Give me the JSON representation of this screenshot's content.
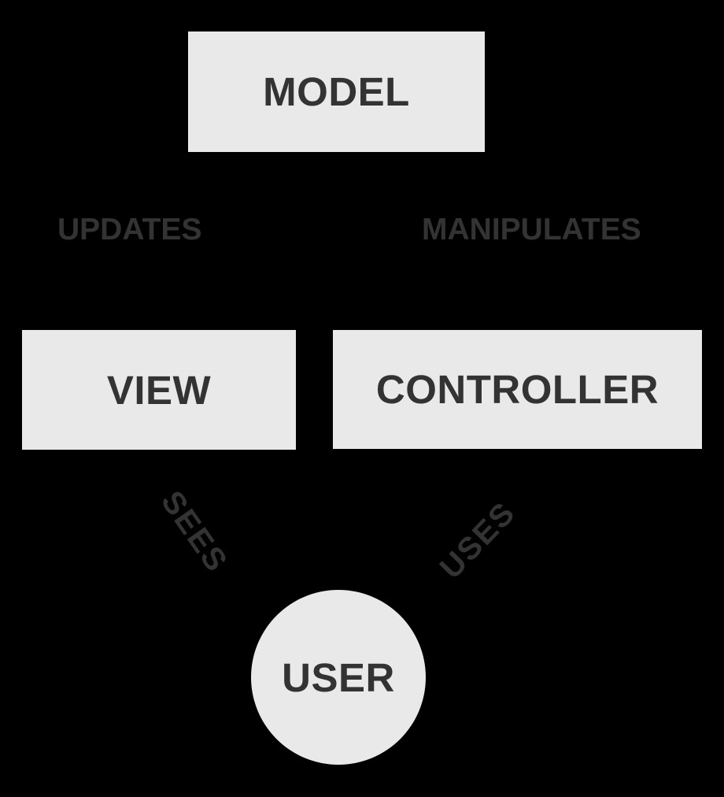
{
  "colors": {
    "background": "#000000",
    "node_fill": "#e9e9e9",
    "text": "#333333"
  },
  "nodes": [
    {
      "id": "model",
      "label": "MODEL",
      "shape": "rectangle"
    },
    {
      "id": "view",
      "label": "VIEW",
      "shape": "rectangle"
    },
    {
      "id": "controller",
      "label": "CONTROLLER",
      "shape": "rectangle"
    },
    {
      "id": "user",
      "label": "USER",
      "shape": "circle"
    }
  ],
  "relations": [
    {
      "id": "updates",
      "label": "UPDATES"
    },
    {
      "id": "manipulates",
      "label": "MANIPULATES"
    },
    {
      "id": "sees",
      "label": "SEES"
    },
    {
      "id": "uses",
      "label": "USES"
    }
  ]
}
